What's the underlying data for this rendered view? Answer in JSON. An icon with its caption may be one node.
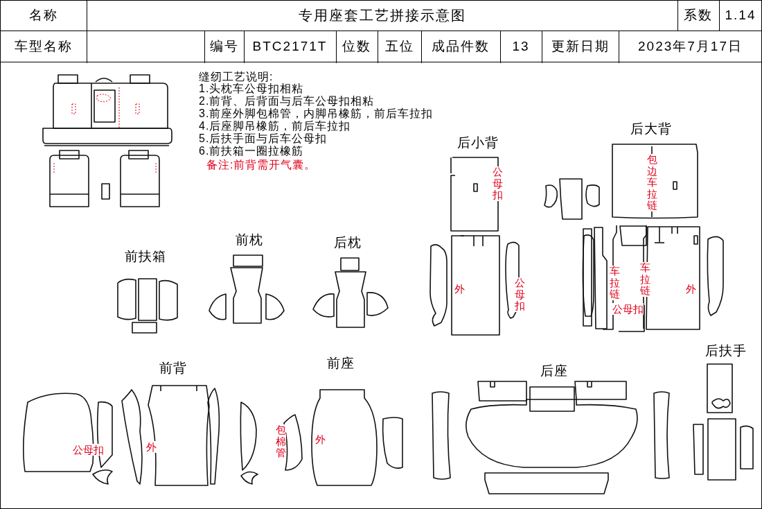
{
  "diagram": {
    "title": "专用座套工艺拼接示意图",
    "labels": [
      "名称",
      "系数",
      "1.14",
      "车型名称",
      "编号",
      "BTC2171T",
      "位数",
      "五位",
      "成品件数",
      "13",
      "更新日期",
      "2023年7月17日",
      "缝纫工艺说明:",
      "1.头枕车公母扣相粘",
      "2.前背、后背面与后车公母扣相粘",
      "3.前座外脚包棉管，内脚吊橡筋，前后车拉扣",
      "4.后座脚吊橡筋，前后车拉扣",
      "5.后扶手面与后车公母扣",
      "6.前扶箱一圈拉橡筋",
      "备注:前背需开气囊。",
      "后小背",
      "后大背",
      "公母扣",
      "包边车拉链",
      "前扶箱",
      "前枕",
      "后枕",
      "外",
      "公母扣",
      "车拉链",
      "车拉链",
      "外",
      "公母扣",
      "后扶手",
      "前背",
      "前座",
      "后座",
      "公母扣",
      "外",
      "包棉管",
      "外"
    ]
  }
}
